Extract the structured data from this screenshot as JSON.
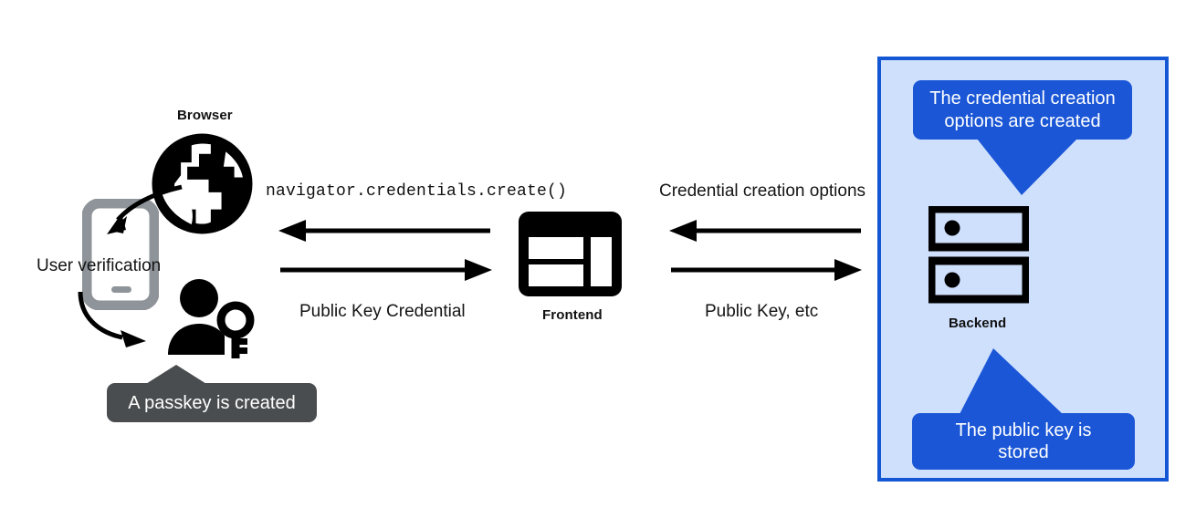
{
  "diagram": {
    "title_hidden": "Passkey registration flow",
    "colors": {
      "panel_fill": "#cfe0fd",
      "panel_border": "#1457d4",
      "callout_blue": "#1a56d6",
      "callout_dark": "#4a4d4f",
      "icon_black": "#000000",
      "phone_gray": "#8e9499",
      "text": "#141414"
    }
  },
  "client": {
    "browser_label": "Browser",
    "user_verification_label": "User verification",
    "passkey_callout": "A passkey is created"
  },
  "frontend": {
    "label": "Frontend"
  },
  "backend": {
    "label": "Backend",
    "callout_top": "The credential creation options are created",
    "callout_top_line1": "The credential creation",
    "callout_top_line2": "options are created",
    "callout_bottom": "The public key is stored",
    "callout_bottom_line1": "The public key is",
    "callout_bottom_line2": "stored"
  },
  "messages": {
    "browser_to_frontend_in": "navigator.credentials.create()",
    "browser_to_frontend_out": "Public Key Credential",
    "backend_to_frontend_in": "Credential creation options",
    "frontend_to_backend_out": "Public Key, etc"
  },
  "icons": {
    "globe": "globe-icon",
    "phone": "phone-icon",
    "person_key": "person-key-icon",
    "frontend_window": "browser-window-icon",
    "server": "server-icon"
  }
}
